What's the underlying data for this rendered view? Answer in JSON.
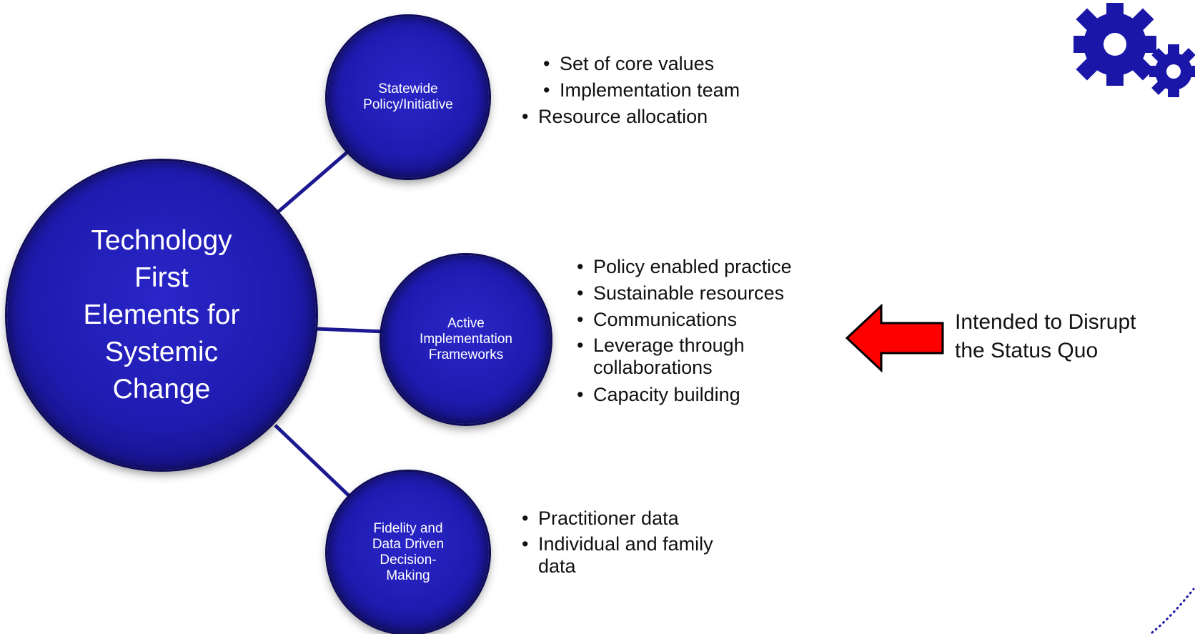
{
  "colors": {
    "circle_fill": "#1f1bb0",
    "circle_edge": "#0e0b5a",
    "connector": "#1c1891",
    "arrow_fill": "#ff0000",
    "arrow_outline": "#000000",
    "gear_fill": "#1a17a8"
  },
  "diagram": {
    "main": {
      "label": "Technology\nFirst\nElements for\nSystemic\nChange"
    },
    "nodes": [
      {
        "label": "Statewide\nPolicy/Initiative",
        "bullets": [
          "Set of core values",
          "Implementation team",
          "Resource allocation"
        ]
      },
      {
        "label": "Active\nImplementation\nFrameworks",
        "bullets": [
          "Policy enabled practice",
          "Sustainable resources",
          "Communications",
          "Leverage through\ncollaborations",
          "Capacity building"
        ]
      },
      {
        "label": "Fidelity and\nData Driven\nDecision-\nMaking",
        "bullets": [
          "Practitioner data",
          "Individual and family\ndata"
        ]
      }
    ],
    "callout": {
      "text": "Intended to Disrupt\nthe Status Quo"
    },
    "icons": [
      "gears-icon",
      "red-left-arrow-icon",
      "dotted-arc-decoration"
    ]
  }
}
